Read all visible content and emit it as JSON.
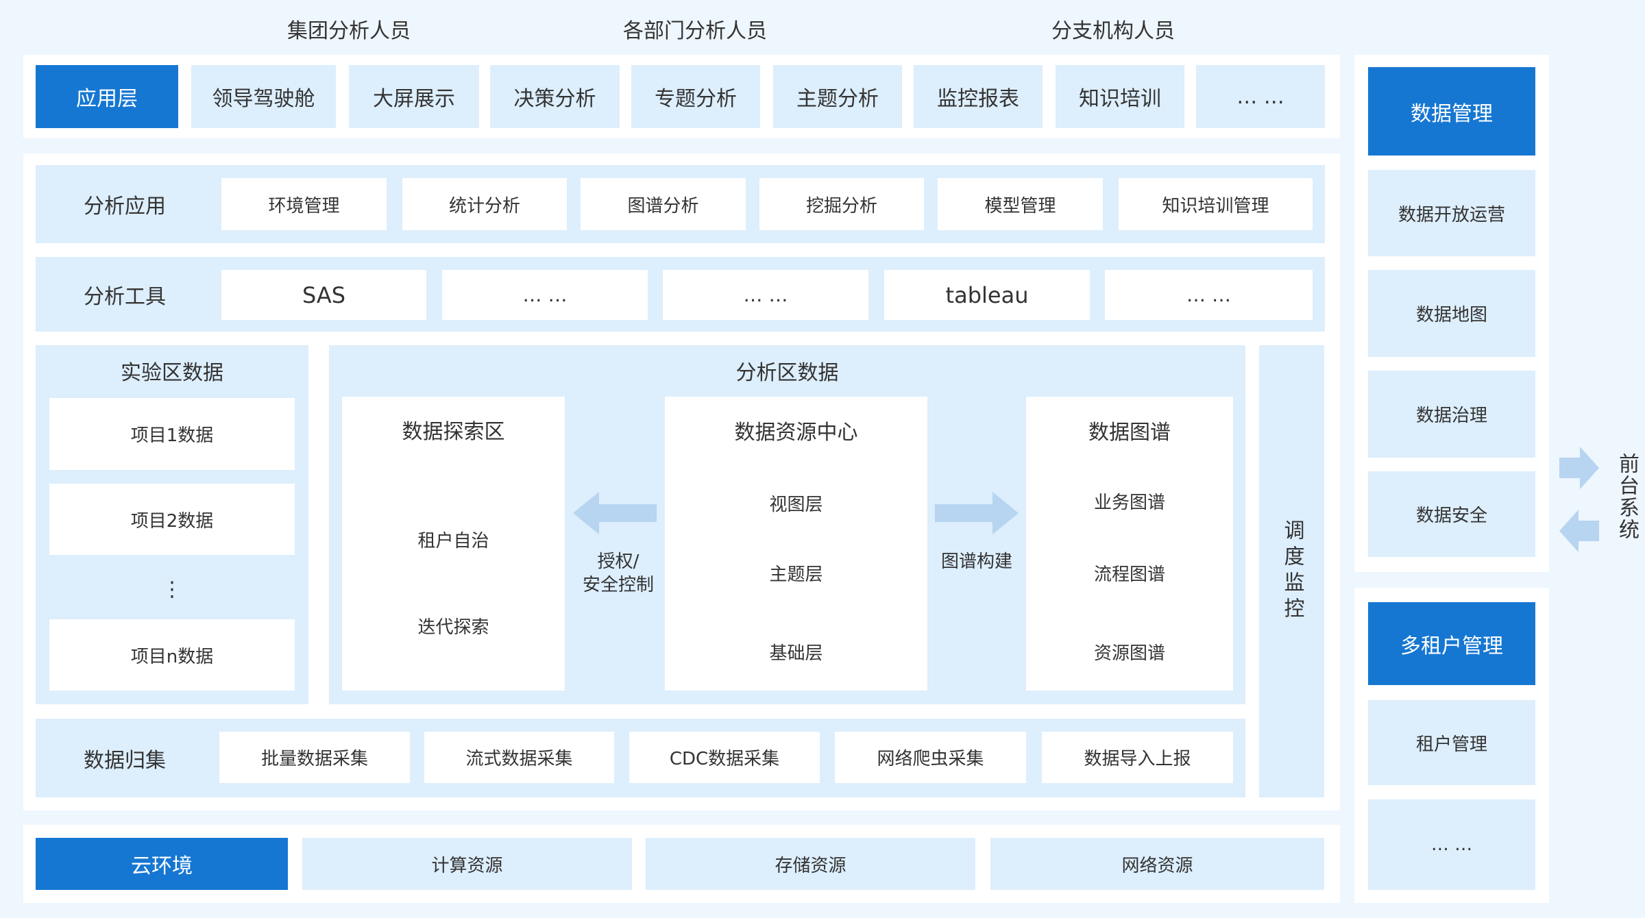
{
  "users": [
    "集团分析人员",
    "各部门分析人员",
    "分支机构人员"
  ],
  "app_layer": {
    "label": "应用层",
    "items": [
      "领导驾驶舱",
      "大屏展示",
      "决策分析",
      "专题分析",
      "主题分析",
      "监控报表",
      "知识培训",
      "… …"
    ]
  },
  "analysis_apps": {
    "label": "分析应用",
    "items": [
      "环境管理",
      "统计分析",
      "图谱分析",
      "挖掘分析",
      "模型管理",
      "知识培训管理"
    ]
  },
  "analysis_tools": {
    "label": "分析工具",
    "items": [
      "SAS",
      "… …",
      "… …",
      "tableau",
      "… …"
    ]
  },
  "lab_data": {
    "title": "实验区数据",
    "items": [
      "项目1数据",
      "项目2数据",
      "⋮",
      "项目n数据"
    ]
  },
  "analysis_data": {
    "title": "分析区数据",
    "explore": {
      "title": "数据探索区",
      "items": [
        "租户自治",
        "迭代探索"
      ]
    },
    "auth_arrow": [
      "授权/",
      "安全控制"
    ],
    "resource": {
      "title": "数据资源中心",
      "items": [
        "视图层",
        "主题层",
        "基础层"
      ]
    },
    "graph_arrow": "图谱构建",
    "graph": {
      "title": "数据图谱",
      "items": [
        "业务图谱",
        "流程图谱",
        "资源图谱"
      ]
    }
  },
  "scheduling": "调度监控",
  "collection": {
    "label": "数据归集",
    "items": [
      "批量数据采集",
      "流式数据采集",
      "CDC数据采集",
      "网络爬虫采集",
      "数据导入上报"
    ]
  },
  "cloud": {
    "label": "云环境",
    "items": [
      "计算资源",
      "存储资源",
      "网络资源"
    ]
  },
  "data_mgmt": {
    "title": "数据管理",
    "items": [
      "数据开放运营",
      "数据地图",
      "数据治理",
      "数据安全"
    ]
  },
  "tenant_mgmt": {
    "title": "多租户管理",
    "items": [
      "租户管理",
      "… …"
    ]
  },
  "front_system": "前台系统"
}
